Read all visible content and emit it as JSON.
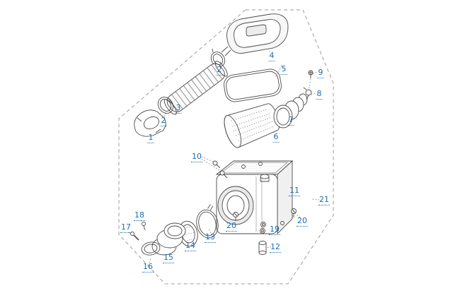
{
  "diagram": {
    "kind": "exploded-parts-diagram",
    "colors": {
      "background": "#ffffff",
      "label": "#1b6cb4",
      "line": "#4a4a4a",
      "leader": "#8a8a8a",
      "border": "#9b9b9b",
      "shade": "#f0f0f0"
    },
    "callouts": [
      {
        "label": "1"
      },
      {
        "label": "2"
      },
      {
        "label": "3"
      },
      {
        "label": "2"
      },
      {
        "label": "4"
      },
      {
        "label": "5"
      },
      {
        "label": "9"
      },
      {
        "label": "8"
      },
      {
        "label": "7"
      },
      {
        "label": "6"
      },
      {
        "label": "10"
      },
      {
        "label": "11"
      },
      {
        "label": "21"
      },
      {
        "label": "20"
      },
      {
        "label": "19"
      },
      {
        "label": "12"
      },
      {
        "label": "20"
      },
      {
        "label": "13"
      },
      {
        "label": "14"
      },
      {
        "label": "15"
      },
      {
        "label": "16"
      },
      {
        "label": "18"
      },
      {
        "label": "17"
      }
    ]
  }
}
